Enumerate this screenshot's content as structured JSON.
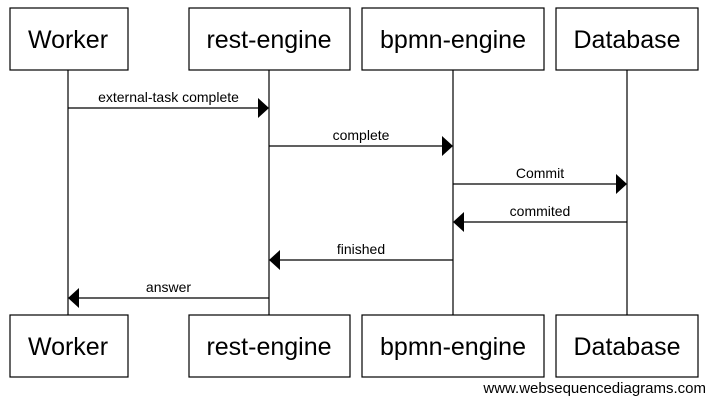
{
  "participants": [
    {
      "id": "worker",
      "label": "Worker"
    },
    {
      "id": "rest",
      "label": "rest-engine"
    },
    {
      "id": "bpmn",
      "label": "bpmn-engine"
    },
    {
      "id": "db",
      "label": "Database"
    }
  ],
  "messages": [
    {
      "from": "worker",
      "to": "rest",
      "label": "external-task complete"
    },
    {
      "from": "rest",
      "to": "bpmn",
      "label": "complete"
    },
    {
      "from": "bpmn",
      "to": "db",
      "label": "Commit"
    },
    {
      "from": "db",
      "to": "bpmn",
      "label": "commited"
    },
    {
      "from": "bpmn",
      "to": "rest",
      "label": "finished"
    },
    {
      "from": "rest",
      "to": "worker",
      "label": "answer"
    }
  ],
  "footer": "www.websequencediagrams.com"
}
